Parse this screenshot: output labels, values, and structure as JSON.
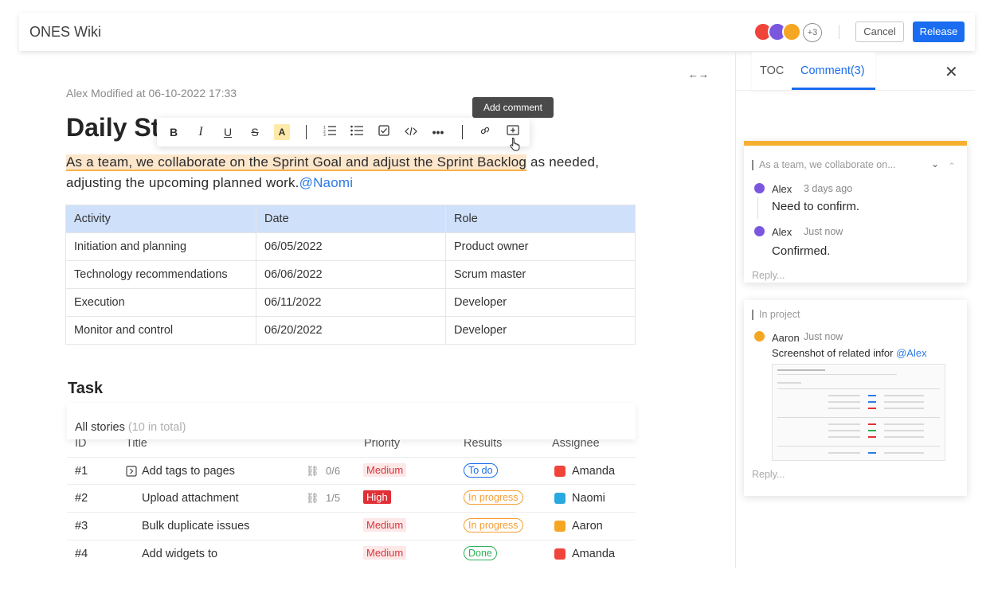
{
  "header": {
    "title": "ONES Wiki",
    "more_collaborators": "+3",
    "cancel_label": "Cancel",
    "release_label": "Release"
  },
  "document": {
    "meta": "Alex Modified at 06-10-2022 17:33",
    "title": "Daily Sta",
    "paragraph": {
      "highlighted": "As a team, we collaborate on the Sprint Goal and adjust the Sprint Backlog",
      "rest": " as needed, adjusting the upcoming planned work.",
      "mention": "@Naomi"
    },
    "table": {
      "headers": [
        "Activity",
        "Date",
        "Role"
      ],
      "rows": [
        [
          "Initiation and planning",
          "06/05/2022",
          "Product owner"
        ],
        [
          "Technology recommendations",
          "06/06/2022",
          "Scrum master"
        ],
        [
          "Execution",
          "06/11/2022",
          "Developer"
        ],
        [
          "Monitor and control",
          "06/20/2022",
          "Developer"
        ]
      ]
    }
  },
  "toolbar": {
    "tooltip": "Add comment",
    "items": [
      "bold-icon",
      "italic-icon",
      "underline-icon",
      "strikethrough-icon",
      "highlight-icon",
      "ordered-list-icon",
      "bullet-list-icon",
      "checkbox-icon",
      "code-icon",
      "more-icon",
      "link-icon",
      "add-comment-icon"
    ],
    "bold": "B",
    "italic": "I",
    "underline": "U",
    "strike": "S",
    "highlight": "A"
  },
  "tasks": {
    "title": "Task",
    "stories_label": "All stories",
    "stories_count": "(10 in total)",
    "columns": [
      "ID",
      "Title",
      "Priority",
      "Results",
      "Assignee"
    ],
    "rows": [
      {
        "id": "#1",
        "title": "Add tags to pages",
        "subtasks": "0/6",
        "priority": "Medium",
        "result": "To do",
        "assignee": "Amanda"
      },
      {
        "id": "#2",
        "title": "Upload attachment",
        "subtasks": "1/5",
        "priority": "High",
        "result": "In progress",
        "assignee": "Naomi"
      },
      {
        "id": "#3",
        "title": "Bulk duplicate issues",
        "subtasks": "",
        "priority": "Medium",
        "result": "In progress",
        "assignee": "Aaron"
      },
      {
        "id": "#4",
        "title": "Add widgets to",
        "subtasks": "",
        "priority": "Medium",
        "result": "Done",
        "assignee": "Amanda"
      }
    ]
  },
  "panel": {
    "tabs": [
      "TOC",
      "Comment(3)"
    ],
    "active_tab": "Comment(3)",
    "comment_cards": [
      {
        "quote": "As a team, we collaborate on...",
        "comments": [
          {
            "author": "Alex",
            "time": "3 days ago",
            "text": "Need to confirm."
          },
          {
            "author": "Alex",
            "time": "Just now",
            "text": "Confirmed."
          }
        ],
        "reply_placeholder": "Reply..."
      },
      {
        "quote": "In project",
        "comments": [
          {
            "author": "Aaron",
            "time": "Just now",
            "text": "Screenshot of related infor ",
            "mention": "@Alex"
          }
        ],
        "reply_placeholder": "Reply..."
      }
    ]
  },
  "colors": {
    "accent": "#1a6cf0",
    "highlight": "#fce6cc",
    "card_accent": "#f5b030",
    "priority_high": "#e03036",
    "priority_medium": "#d9363e"
  }
}
